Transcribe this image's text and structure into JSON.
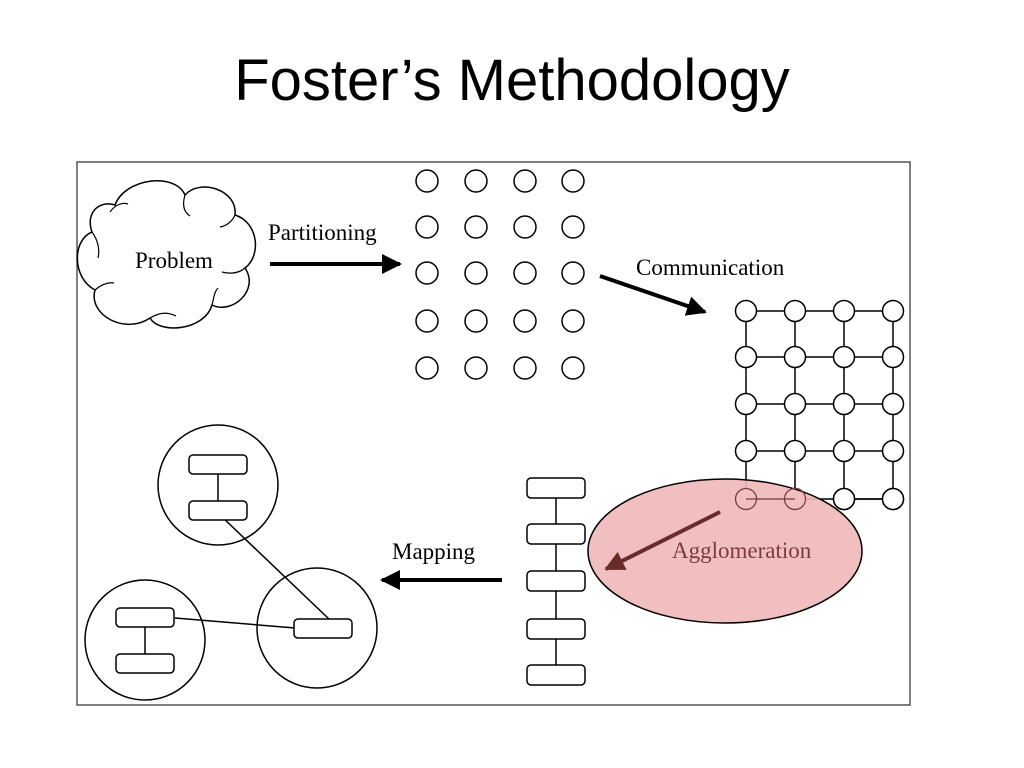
{
  "slide": {
    "title": "Foster’s Methodology"
  },
  "diagram": {
    "labels": {
      "problem": "Problem",
      "partitioning": "Partitioning",
      "communication": "Communication",
      "agglomeration": "Agglomeration",
      "mapping": "Mapping"
    },
    "colors": {
      "agglomeration_fill": "#f0b8b8",
      "agglomeration_text": "#7a3c3c",
      "agglomeration_arrow": "#6b2a2a"
    }
  }
}
